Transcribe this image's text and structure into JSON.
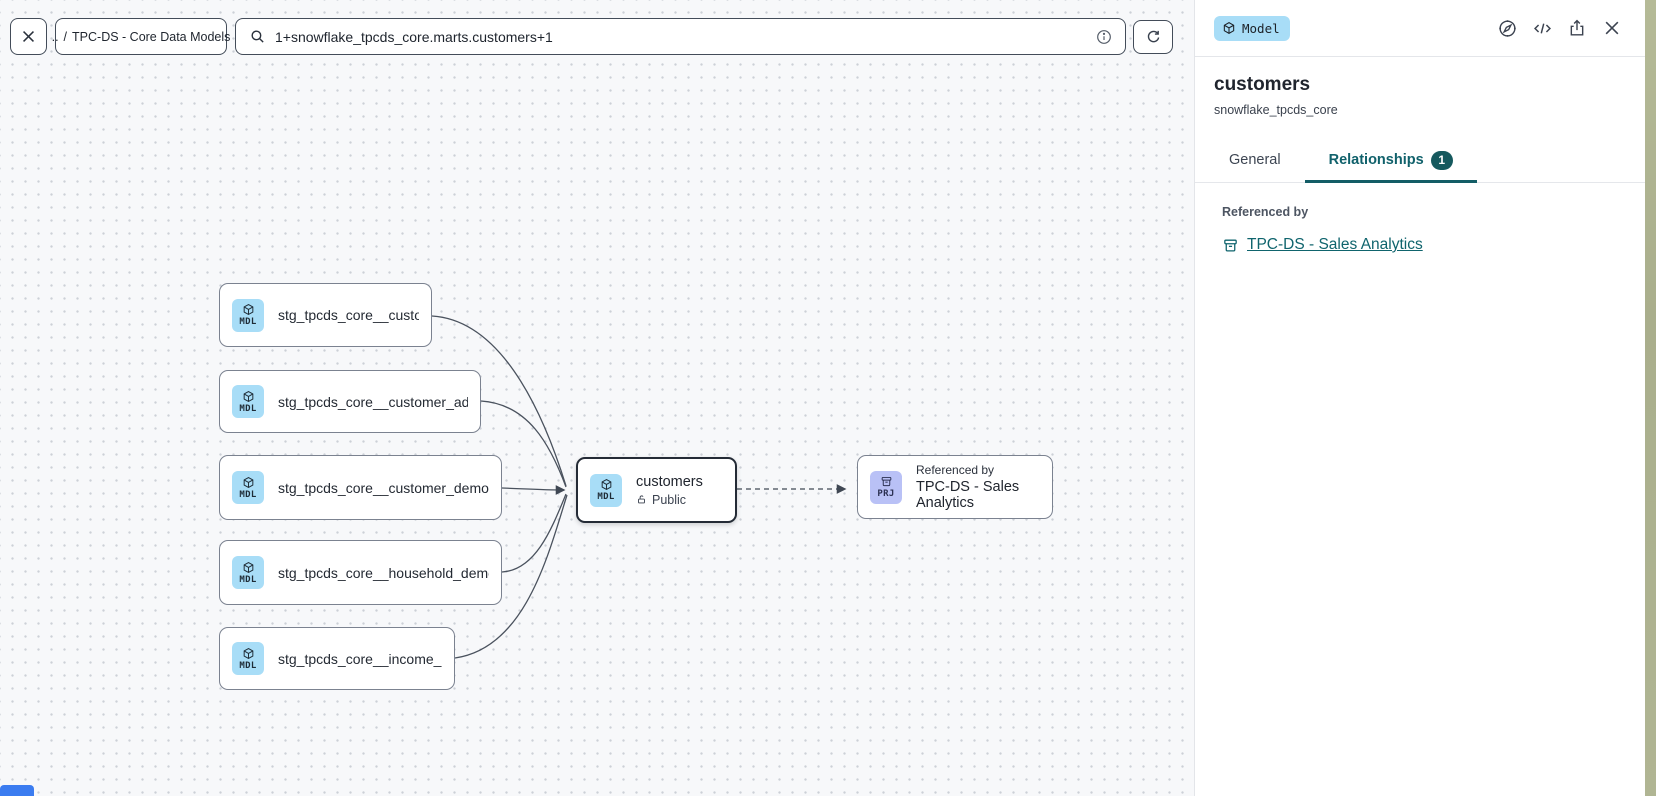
{
  "topbar": {
    "breadcrumb": {
      "back": "..",
      "separator": "/",
      "current": "TPC-DS - Core Data Models"
    },
    "search": {
      "value": "1+snowflake_tpcds_core.marts.customers+1"
    }
  },
  "canvas": {
    "nodes": [
      {
        "badge": "MDL",
        "label": "stg_tpcds_core__customer"
      },
      {
        "badge": "MDL",
        "label": "stg_tpcds_core__customer_address"
      },
      {
        "badge": "MDL",
        "label": "stg_tpcds_core__customer_demogra…"
      },
      {
        "badge": "MDL",
        "label": "stg_tpcds_core__household_demogr…"
      },
      {
        "badge": "MDL",
        "label": "stg_tpcds_core__income_band"
      },
      {
        "badge": "MDL",
        "label": "customers",
        "visibility": "Public"
      },
      {
        "badge": "PRJ",
        "kicker": "Referenced by",
        "label": "TPC-DS - Sales Analytics"
      }
    ]
  },
  "panel": {
    "type_badge": "Model",
    "title": "customers",
    "subtitle": "snowflake_tpcds_core",
    "tabs": {
      "general": "General",
      "relationships": "Relationships",
      "relationships_count": "1"
    },
    "referenced_by": {
      "heading": "Referenced by",
      "link": "TPC-DS - Sales Analytics"
    },
    "action_icons": [
      "compass-icon",
      "code-icon",
      "share-icon",
      "close-icon"
    ]
  },
  "colors": {
    "accent_teal": "#135d66",
    "model_badge_bg": "#a8ddf7",
    "project_badge_bg": "#b9c1f6",
    "selected_node_border": "#242b36",
    "canvas_bg": "#f7f8fa",
    "edge": "#4a525e",
    "corner_blue": "#3b7cf0",
    "wallpaper_strip": "#adb28e"
  }
}
